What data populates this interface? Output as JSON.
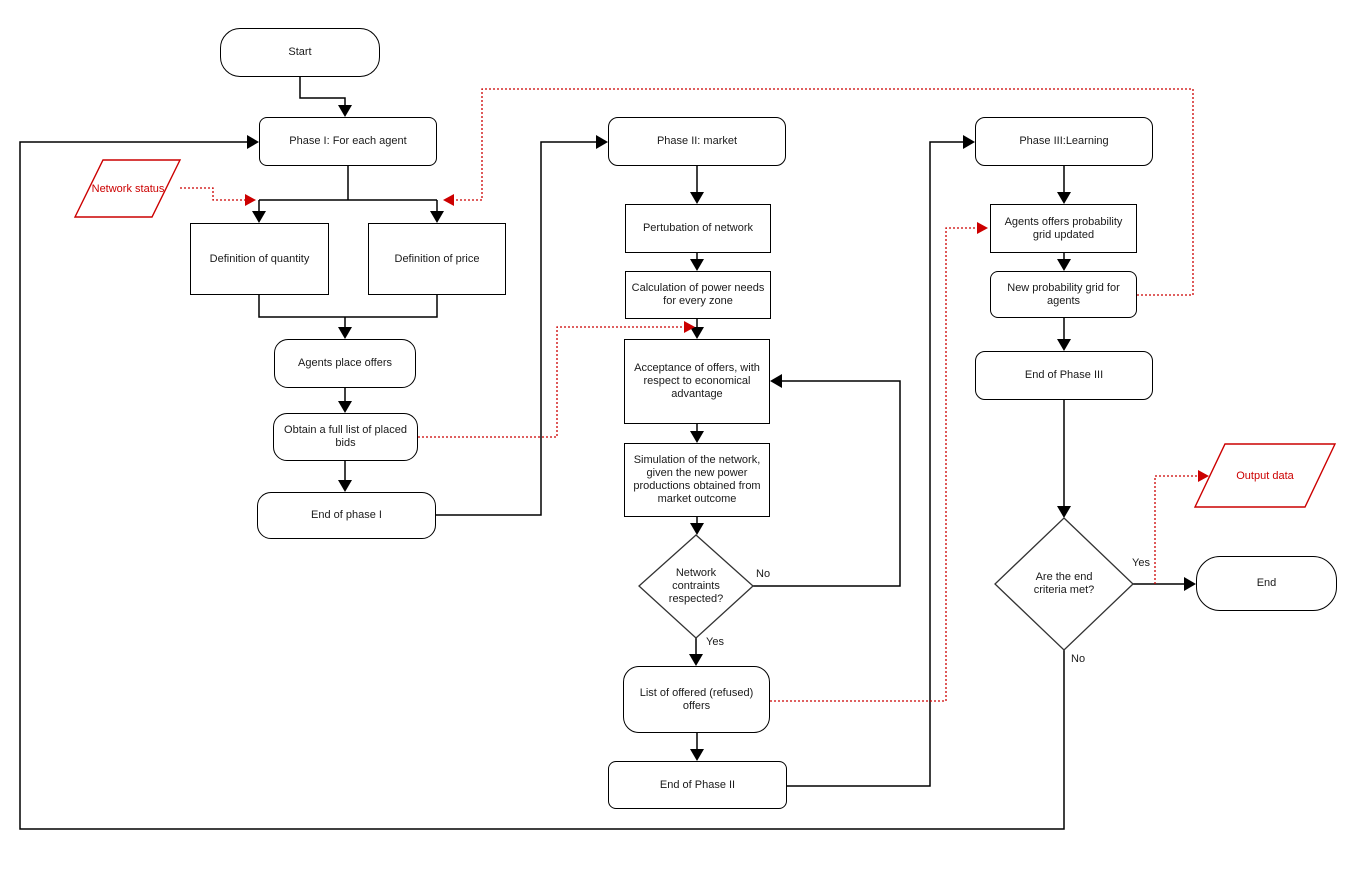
{
  "diagram": {
    "type": "flowchart",
    "colors": {
      "line": "#000000",
      "accent_red": "#cc0000",
      "background": "#ffffff"
    },
    "nodes": {
      "start": "Start",
      "phase1": "Phase I: For each agent",
      "network_status": "Network status",
      "def_quantity": "Definition of quantity",
      "def_price": "Definition of price",
      "agents_place_offers": "Agents place offers",
      "obtain_list": "Obtain a full list of placed bids",
      "end_phase1": "End of phase I",
      "phase2": "Phase II: market",
      "pertubation": "Pertubation of network",
      "calculation": "Calculation of power needs for every zone",
      "acceptance": "Acceptance of offers, with respect to economical advantage",
      "simulation": "Simulation of the network, given the new power productions obtained from market outcome",
      "constraints_decision": "Network contraints respected?",
      "list_offers": "List of offered (refused) offers",
      "end_phase2": "End of Phase II",
      "phase3": "Phase III:Learning",
      "agents_grid": "Agents offers probability grid updated",
      "new_prob_grid": "New probability grid for agents",
      "end_phase3": "End of Phase III",
      "end_criteria_decision": "Are the end criteria met?",
      "output_data": "Output data",
      "end": "End"
    },
    "edge_labels": {
      "constraints_no": "No",
      "constraints_yes": "Yes",
      "criteria_yes": "Yes",
      "criteria_no": "No"
    }
  }
}
